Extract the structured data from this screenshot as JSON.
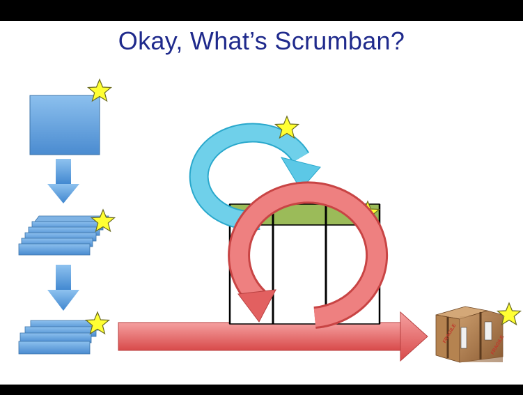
{
  "slide": {
    "title": "Okay, What’s Scrumban?"
  },
  "colors": {
    "title": "#1f2a8c",
    "band": "#000000",
    "blue_shape": "#5b9bd5",
    "arrow_blue": "#5b9bd5",
    "cycle_cyan": "#4fc3e0",
    "cycle_red": "#e05555",
    "flow_red": "#e06060",
    "board_header": "#9bbb59",
    "star": "#ffff33"
  },
  "icons": [
    "star-icon",
    "down-arrow-icon",
    "cycle-arrow-icon",
    "right-arrow-icon",
    "box-icon"
  ],
  "box_labels": {
    "fragile_left": "FRAGILE",
    "fragile_right": "FRAGILE"
  }
}
